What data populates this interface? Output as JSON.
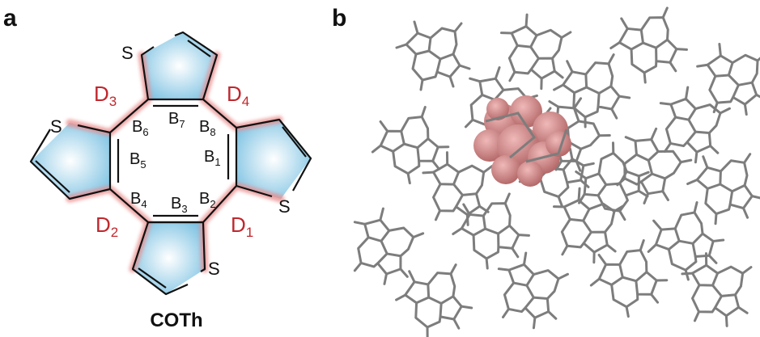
{
  "panel_a": {
    "letter": "a",
    "molecule_name": "COTh",
    "sulfur_label": "S",
    "bond_labels": [
      {
        "base": "B",
        "sub": "1"
      },
      {
        "base": "B",
        "sub": "2"
      },
      {
        "base": "B",
        "sub": "3"
      },
      {
        "base": "B",
        "sub": "4"
      },
      {
        "base": "B",
        "sub": "5"
      },
      {
        "base": "B",
        "sub": "6"
      },
      {
        "base": "B",
        "sub": "7"
      },
      {
        "base": "B",
        "sub": "8"
      }
    ],
    "dihedral_labels": [
      {
        "base": "D",
        "sub": "1"
      },
      {
        "base": "D",
        "sub": "2"
      },
      {
        "base": "D",
        "sub": "3"
      },
      {
        "base": "D",
        "sub": "4"
      }
    ],
    "colors": {
      "thiophene_fill": "#7fc3e3",
      "highlight_glow": "#e98f8f",
      "dihedral_text": "#c0272d",
      "bond_line": "#111111"
    }
  },
  "panel_b": {
    "letter": "b",
    "colors": {
      "molecule_sticks": "#7d7d7d",
      "highlighted_molecule": "#d58888"
    }
  }
}
